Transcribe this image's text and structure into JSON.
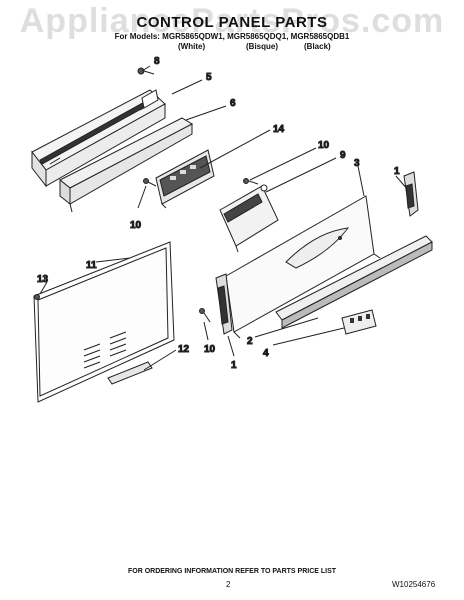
{
  "watermark": "AppliancePartsPros.com",
  "title": "CONTROL PANEL PARTS",
  "models_line": "For Models: MGR5865QDW1, MGR5865QDQ1, MGR5865QDB1",
  "colors": [
    "(White)",
    "(Bisque)",
    "(Black)"
  ],
  "callouts": [
    "8",
    "5",
    "6",
    "14",
    "10",
    "9",
    "3",
    "1",
    "10",
    "11",
    "13",
    "12",
    "2",
    "4",
    "10",
    "1"
  ],
  "footer": {
    "note": "FOR ORDERING INFORMATION REFER TO PARTS PRICE LIST",
    "page": "2",
    "doc_number": "W10254676"
  }
}
